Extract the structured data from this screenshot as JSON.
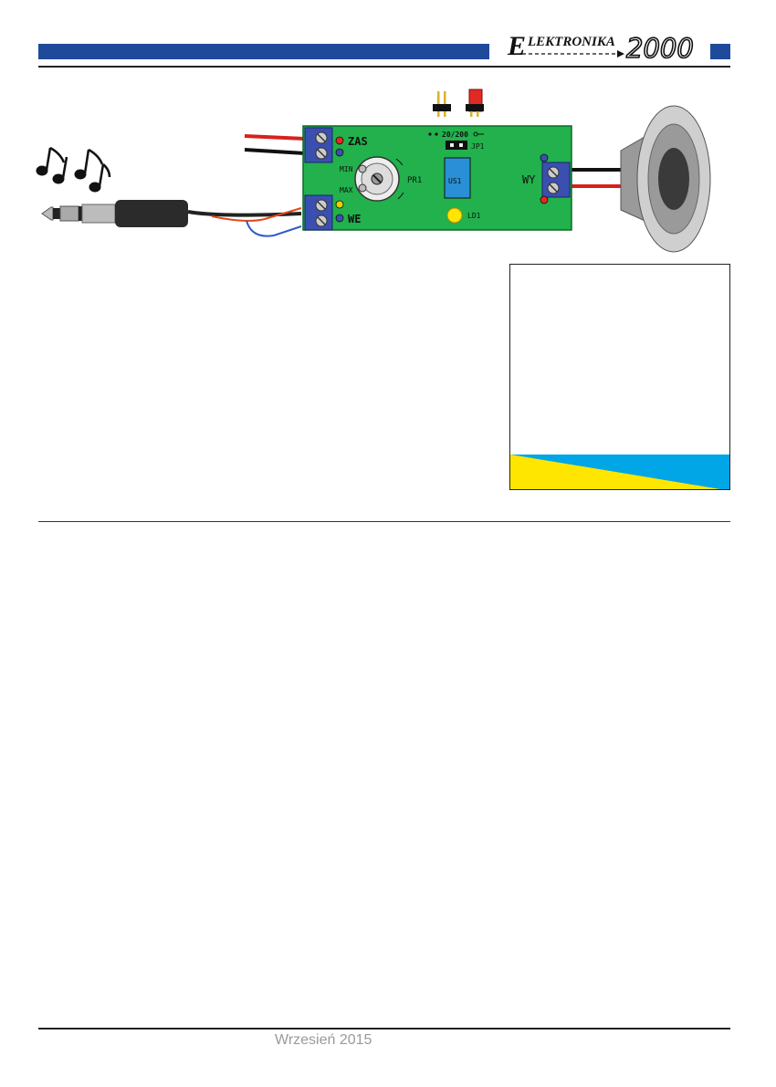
{
  "header": {
    "brand_logo": "ELEKTRONIKA 2000",
    "accent_color": "#1f4a9c"
  },
  "diagram": {
    "power_label": "ZAS",
    "input_label": "WE",
    "output_label": "WY",
    "pot_min_label": "MIN",
    "pot_max_label": "MAX",
    "pot_label": "PR1",
    "jumper_setting_label": "20/200",
    "jumper_label": "JP1",
    "ic_label": "US1",
    "led_label": "LD1",
    "pcb_color": "#22b14c"
  },
  "side_box": {
    "stripe_colors": [
      "#ffe600",
      "#00a6e6"
    ]
  },
  "footer": {
    "date": "Wrzesień 2015"
  }
}
